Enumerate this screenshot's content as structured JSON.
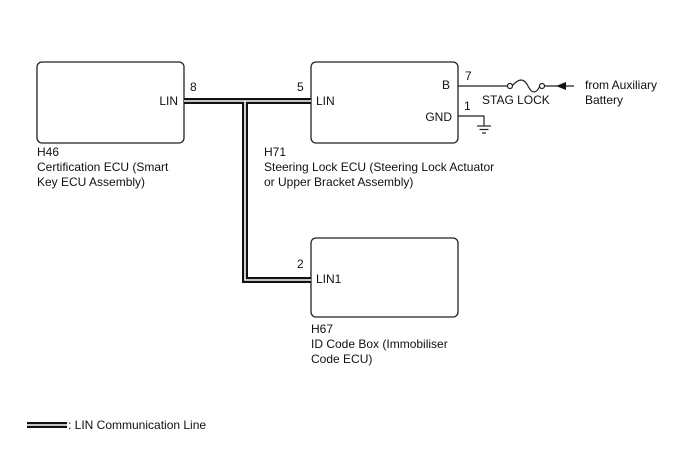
{
  "components": {
    "cert_ecu": {
      "code": "H46",
      "desc_line1": "Certification ECU (Smart",
      "desc_line2": "Key ECU Assembly)",
      "pin_label": "LIN",
      "pin_number": "8"
    },
    "steering_lock": {
      "code": "H71",
      "desc_line1": "Steering Lock ECU (Steering Lock Actuator",
      "desc_line2": "or Upper Bracket Assembly)",
      "lin_label": "LIN",
      "lin_number": "5",
      "b_label": "B",
      "b_number": "7",
      "gnd_label": "GND",
      "gnd_number": "1"
    },
    "id_box": {
      "code": "H67",
      "desc_line1": "ID Code Box (Immobiliser",
      "desc_line2": "Code ECU)",
      "pin_label": "LIN1",
      "pin_number": "2"
    }
  },
  "fuse": {
    "label": "STAG LOCK"
  },
  "power_source": {
    "line1": "from Auxiliary",
    "line2": "Battery"
  },
  "legend": {
    "text": ": LIN Communication Line"
  },
  "colors": {
    "line": "#111111",
    "background": "#ffffff"
  }
}
